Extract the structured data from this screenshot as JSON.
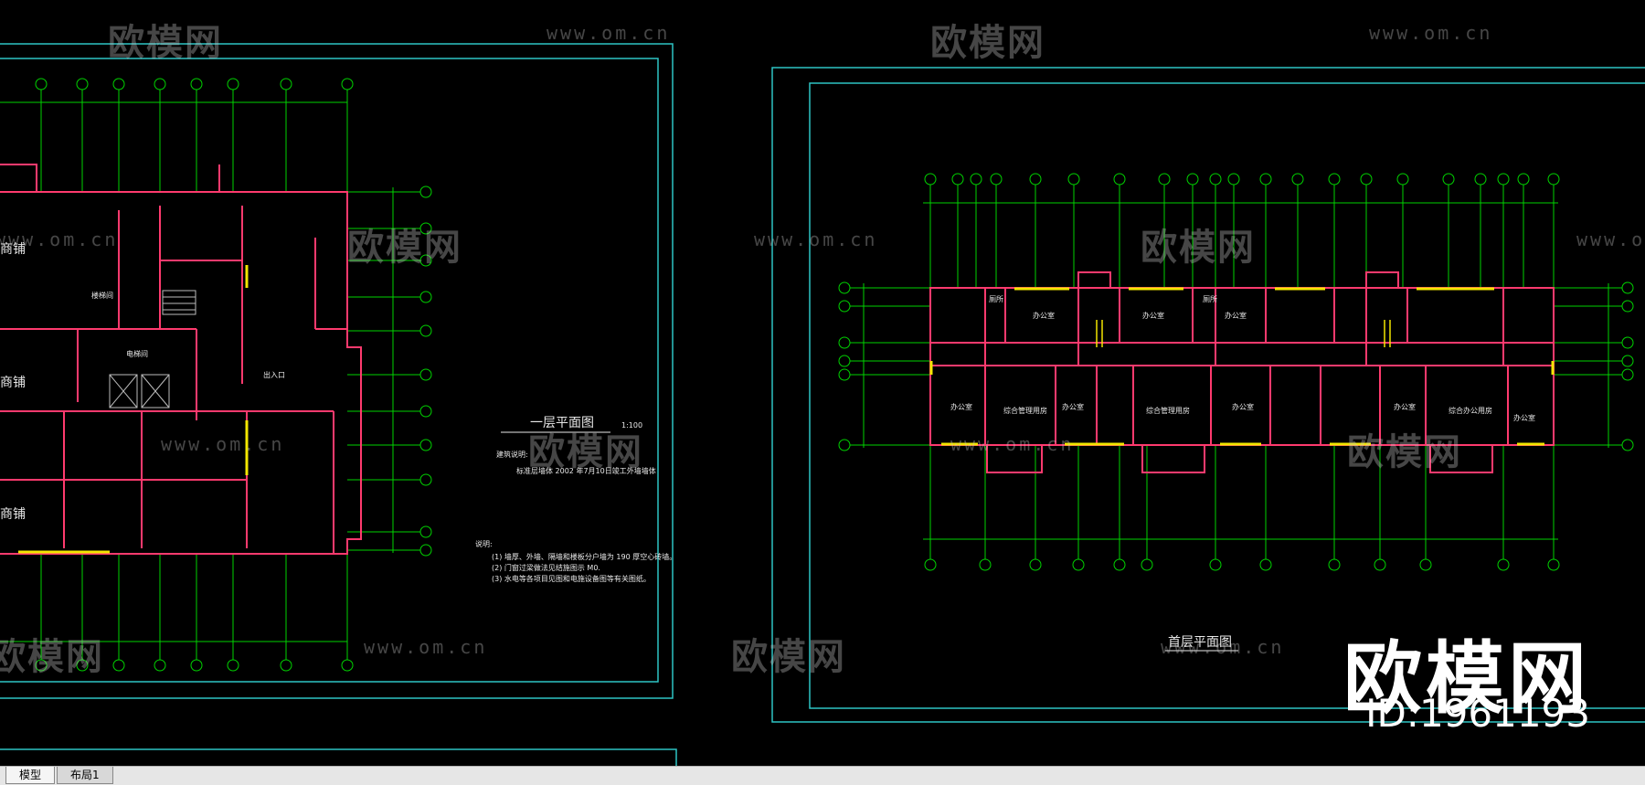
{
  "app": {
    "tabs": [
      {
        "label": "模型",
        "active": true
      },
      {
        "label": "布局1",
        "active": false
      }
    ]
  },
  "watermark": {
    "logo_text": "欧模网",
    "url_text": "www.om.cn"
  },
  "brand": {
    "logo": "欧模网",
    "id": "ID:1961193"
  },
  "left_plan": {
    "title": "一层平面图",
    "scale": "1:100",
    "shop_label": "商铺",
    "room_labels": [
      "楼梯间",
      "电梯间",
      "出入口"
    ],
    "notes_heading": "建筑说明:",
    "notes_line": "标准层墙体 2002 年7月10日竣工外墙墙体",
    "explanation_heading": "说明:",
    "explanation_lines": [
      "(1) 墙厚、外墙、隔墙和楼板分户墙为 190 厚空心砖墙。",
      "(2) 门窗过梁做法见结施图示 M0.",
      "(3) 水电等各项目见图和电施设备图等有关图纸。"
    ]
  },
  "right_plan": {
    "title": "首层平面图",
    "room_labels": [
      "办公室",
      "办公室",
      "办公室",
      "办公室",
      "综合管理用房",
      "办公室",
      "综合管理用房",
      "办公室",
      "办公室",
      "综合办公用房",
      "办公室",
      "厕所",
      "厕所"
    ]
  },
  "colors": {
    "background": "#000000",
    "frame": "#2ec4c4",
    "wall": "#ff3a6e",
    "grid_axis": "#00d200",
    "window": "#f2e600",
    "text": "#e8e8e8",
    "tabbar": "#e6e6e6"
  }
}
